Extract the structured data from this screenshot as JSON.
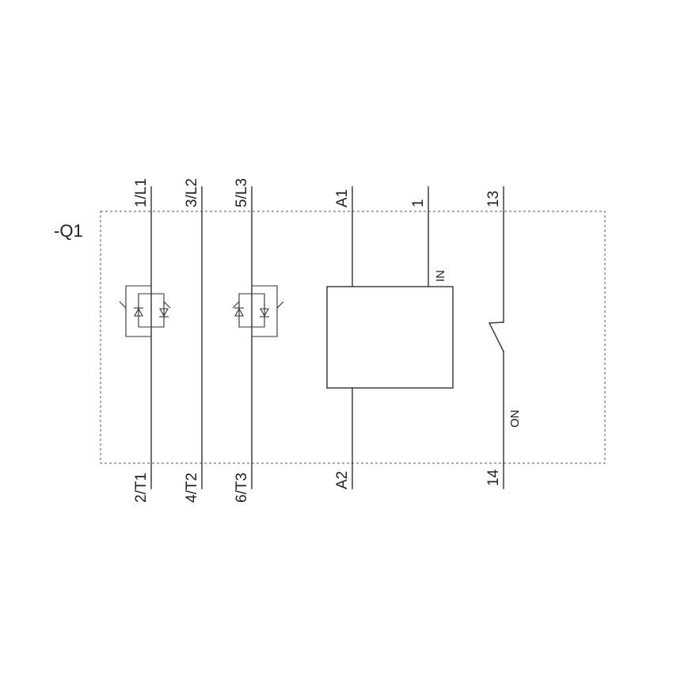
{
  "device": {
    "designation": "-Q1"
  },
  "terminals": {
    "top": [
      "1/L1",
      "3/L2",
      "5/L3",
      "A1",
      "1",
      "13"
    ],
    "bottom": [
      "2/T1",
      "4/T2",
      "6/T3",
      "A2",
      "14"
    ]
  },
  "control": {
    "input_label": "IN"
  },
  "aux_contact": {
    "state_label": "ON"
  },
  "colors": {
    "line": "#333333",
    "frame": "#555555",
    "text": "#222222"
  }
}
